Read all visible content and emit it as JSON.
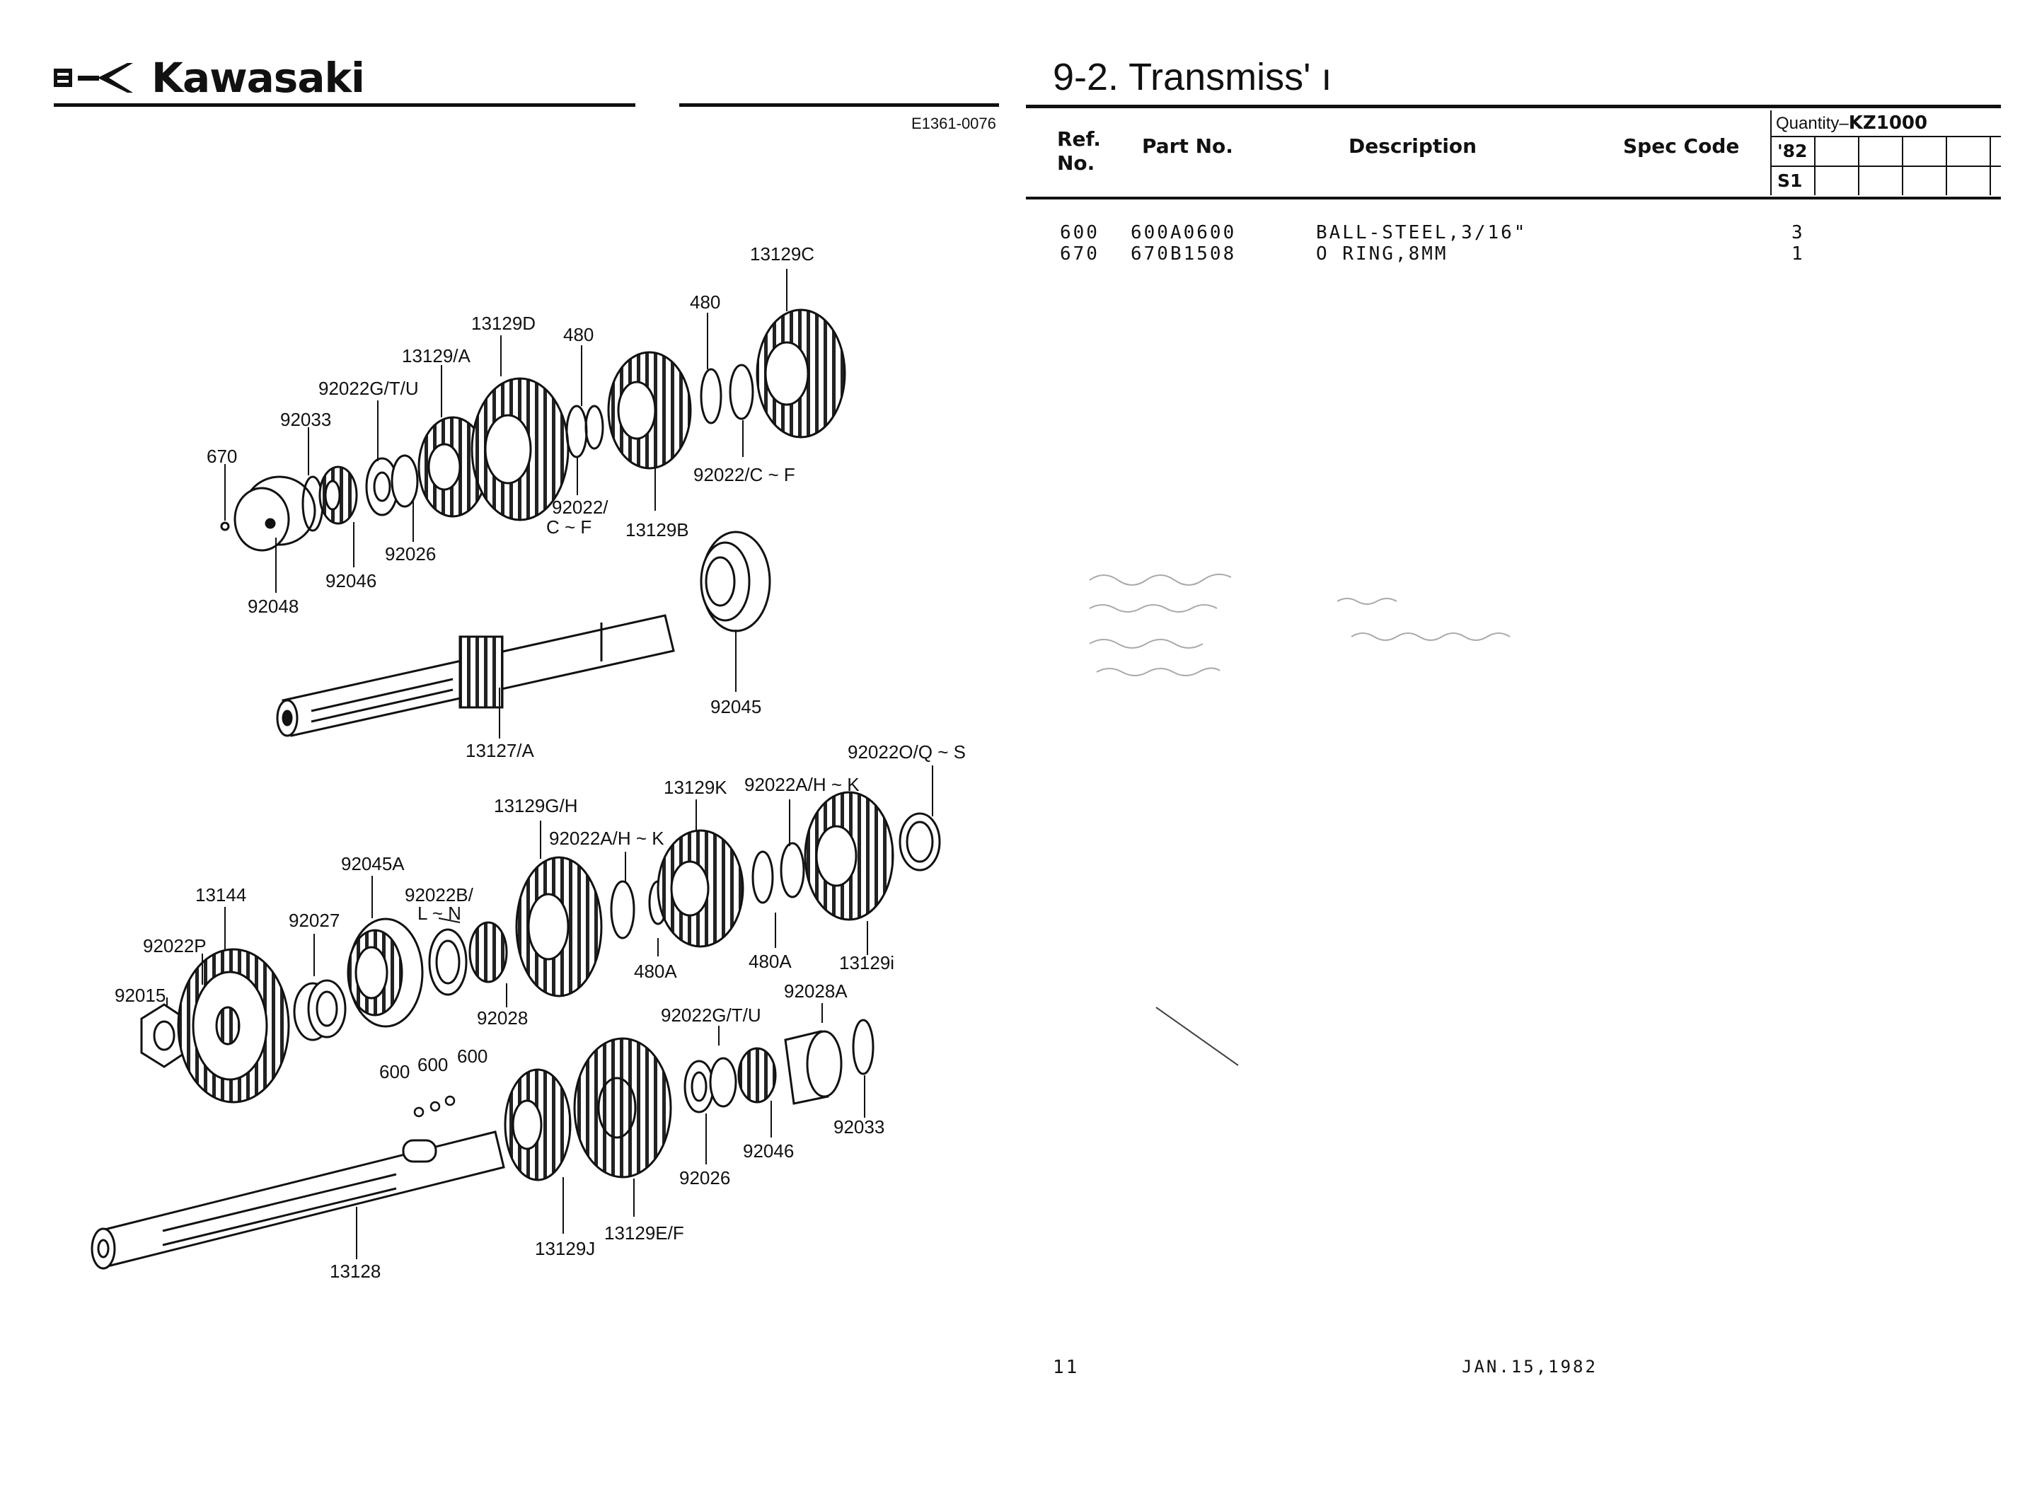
{
  "header": {
    "brand": "Kawasaki",
    "doc_code": "E1361-0076",
    "title": "9-2.  Transmiss'  ı"
  },
  "table": {
    "columns": {
      "ref_no_line1": "Ref.",
      "ref_no_line2": "No.",
      "part_no": "Part   No.",
      "description": "Description",
      "spec_code": "Spec Code"
    },
    "quantity": {
      "label": "Quantity–",
      "model": "KZ1000",
      "year": "'82",
      "variant": "S1"
    },
    "rows": [
      {
        "ref": "600",
        "part": "600A0600",
        "desc": "BALL-STEEL,3/16\"",
        "qty": "3"
      },
      {
        "ref": "670",
        "part": "670B1508",
        "desc": "O RING,8MM",
        "qty": "1"
      }
    ]
  },
  "diagram_labels": {
    "l13129C": "13129C",
    "l480a": "480",
    "l13129D": "13129D",
    "l480b": "480",
    "l13129A": "13129/A",
    "l92022GTU_top": "92022G/T/U",
    "l92033_top": "92033",
    "l670": "670",
    "l92022CF_right": "92022/C ~ F",
    "l92022_mid1": "92022/",
    "l92022_mid2": "C ~ F",
    "l13129B": "13129B",
    "l92026_top": "92026",
    "l92046_top": "92046",
    "l92048": "92048",
    "l92045": "92045",
    "l13127A": "13127/A",
    "l92022OQS": "92022O/Q ~ S",
    "l13129K": "13129K",
    "l92022AHK_right": "92022A/H ~ K",
    "l13129GH": "13129G/H",
    "l92022AHK_mid": "92022A/H ~ K",
    "l92045A": "92045A",
    "l92022BLN1": "92022B/",
    "l92022BLN2": "L ~ N",
    "l13144": "13144",
    "l92027": "92027",
    "l92022P": "92022P",
    "l92015": "92015",
    "l480A_mid": "480A",
    "l480A_right": "480A",
    "l13129i": "13129i",
    "l92028": "92028",
    "l92028A": "92028A",
    "l92022GTU_bot": "92022G/T/U",
    "l600a": "600",
    "l600b": "600",
    "l600c": "600",
    "l92033_bot": "92033",
    "l92046_bot": "92046",
    "l92026_bot": "92026",
    "l13128": "13128",
    "l13129J": "13129J",
    "l13129EF": "13129E/F"
  },
  "footer": {
    "page_number": "11",
    "date": "JAN.15,1982"
  }
}
